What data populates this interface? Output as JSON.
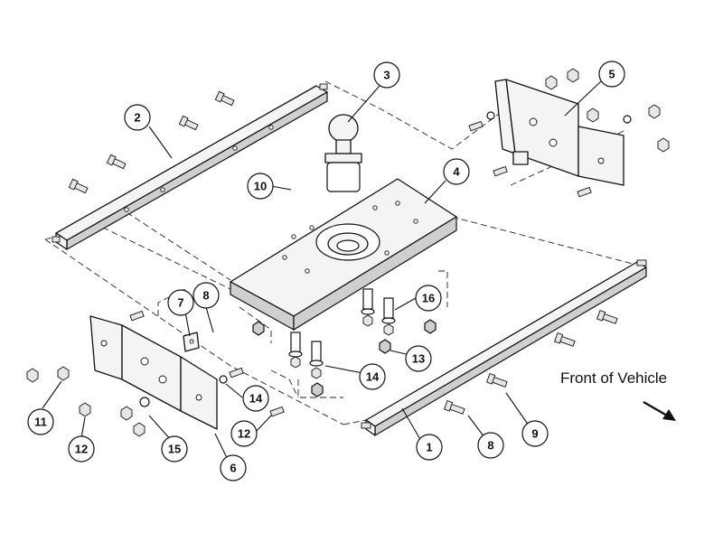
{
  "callouts": [
    {
      "id": "c1",
      "label": "1"
    },
    {
      "id": "c2",
      "label": "2"
    },
    {
      "id": "c3",
      "label": "3"
    },
    {
      "id": "c4",
      "label": "4"
    },
    {
      "id": "c5",
      "label": "5"
    },
    {
      "id": "c6",
      "label": "6"
    },
    {
      "id": "c7",
      "label": "7"
    },
    {
      "id": "c8a",
      "label": "8"
    },
    {
      "id": "c8b",
      "label": "8"
    },
    {
      "id": "c9",
      "label": "9"
    },
    {
      "id": "c10",
      "label": "10"
    },
    {
      "id": "c11",
      "label": "11"
    },
    {
      "id": "c12a",
      "label": "12"
    },
    {
      "id": "c12b",
      "label": "12"
    },
    {
      "id": "c13",
      "label": "13"
    },
    {
      "id": "c14a",
      "label": "14"
    },
    {
      "id": "c14b",
      "label": "14"
    },
    {
      "id": "c15",
      "label": "15"
    },
    {
      "id": "c16",
      "label": "16"
    }
  ],
  "front_label": "Front of Vehicle"
}
